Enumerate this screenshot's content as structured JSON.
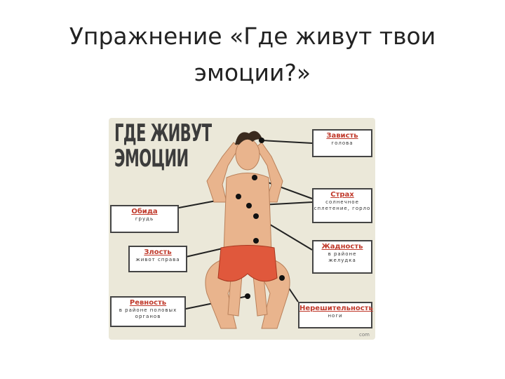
{
  "slide": {
    "title_line1": "Упражнение «Где живут твои",
    "title_line2": "эмоции?»"
  },
  "figure": {
    "heading_line1": "ГДЕ ЖИВУТ",
    "heading_line2": "ЭМОЦИИ",
    "labels": [
      {
        "emotion": "Зависть",
        "location": "голова"
      },
      {
        "emotion": "Страх",
        "location": "солнечное сплетение, горло"
      },
      {
        "emotion": "Обида",
        "location": "грудь"
      },
      {
        "emotion": "Жадность",
        "location": "в районе желудка"
      },
      {
        "emotion": "Злость",
        "location": "живот справа"
      },
      {
        "emotion": "Ревность",
        "location": "в районе половых органов"
      },
      {
        "emotion": "Нерешительность",
        "location": "ноги"
      }
    ],
    "watermark": "com",
    "colors": {
      "background": "#ebe8d9",
      "skin": "#e9b48d",
      "shorts": "#e0583c",
      "emotion_text": "#c0392b"
    }
  }
}
